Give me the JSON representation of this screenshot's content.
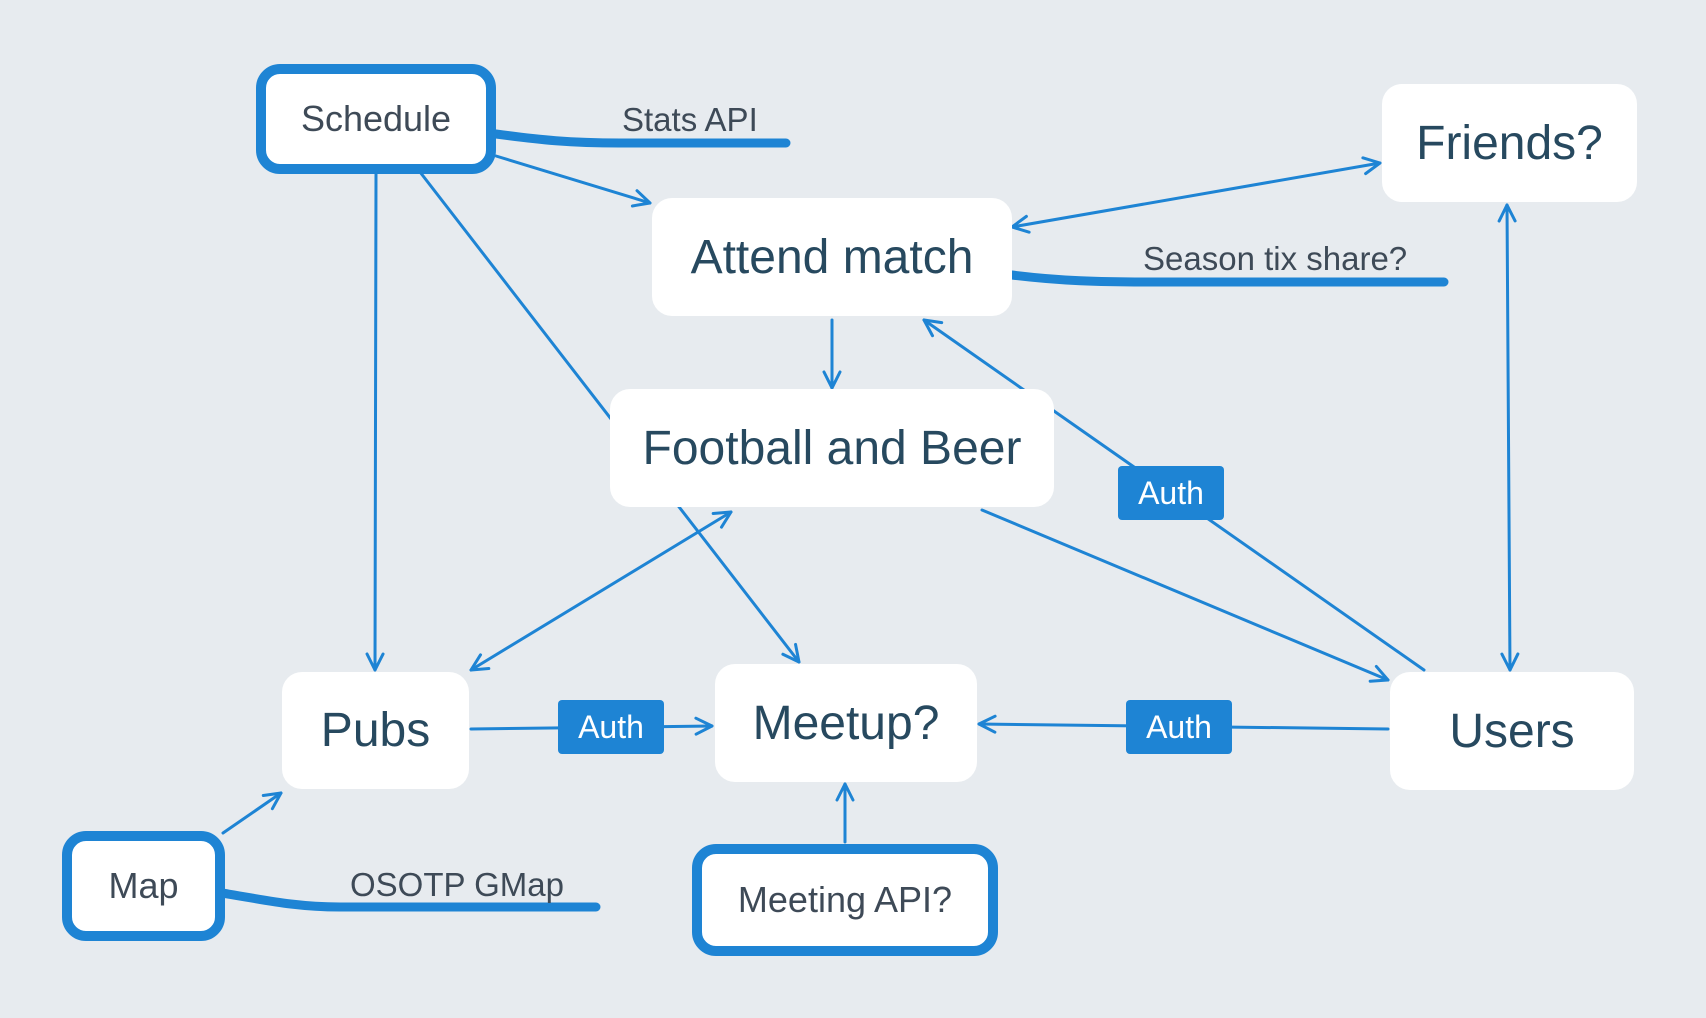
{
  "diagram": {
    "nodes": {
      "schedule": "Schedule",
      "attend_match": "Attend match",
      "friends": "Friends?",
      "football_and_beer": "Football and Beer",
      "pubs": "Pubs",
      "meetup": "Meetup?",
      "users": "Users",
      "map": "Map",
      "meeting_api": "Meeting API?"
    },
    "annotations": {
      "stats_api": "Stats API",
      "season_tix_share": "Season tix share?",
      "osotp_gmap": "OSOTP GMap"
    },
    "badges": {
      "auth_pubs_meetup": "Auth",
      "auth_users_meetup": "Auth",
      "auth_users_attend": "Auth"
    },
    "colors": {
      "background": "#e7ebef",
      "accent": "#1e84d4",
      "node_fill": "#ffffff",
      "node_text": "#27495f"
    }
  }
}
